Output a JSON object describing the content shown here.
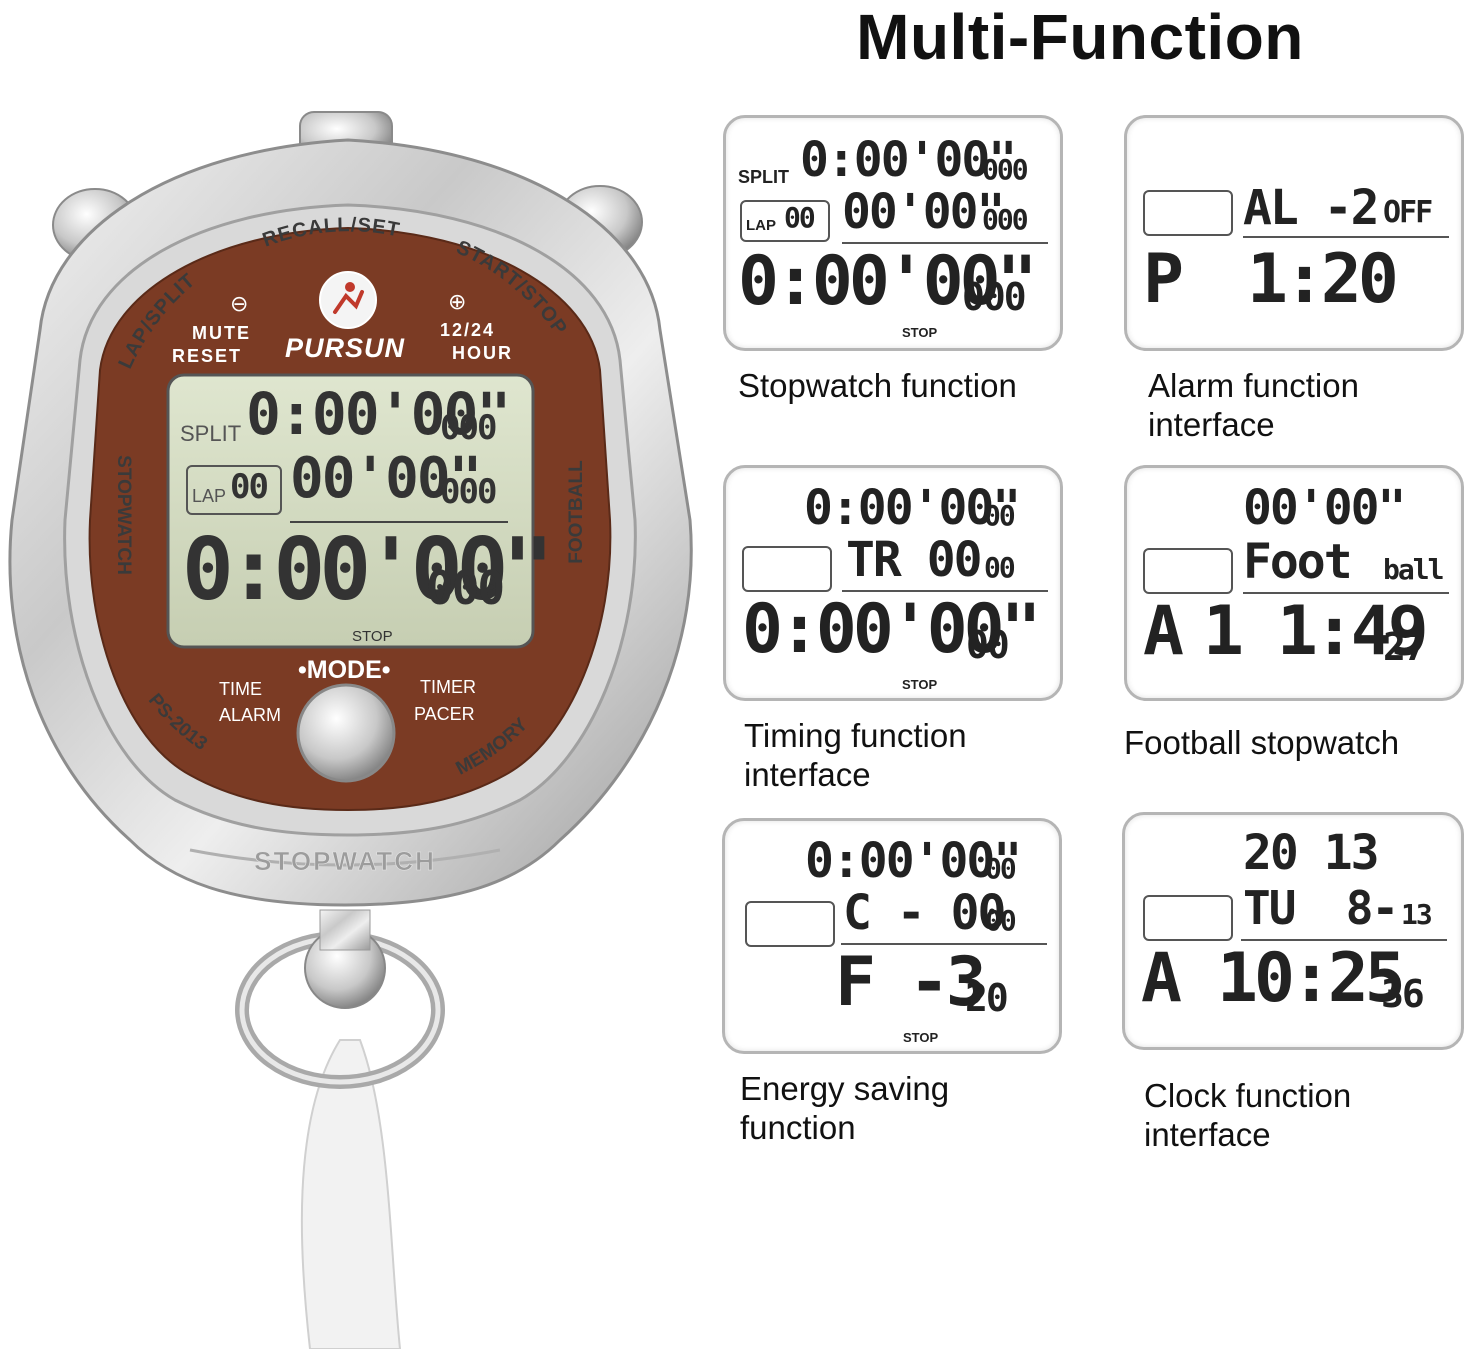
{
  "page": {
    "title": "Multi-Function"
  },
  "watch": {
    "buttons": {
      "left": "LAP/SPLIT",
      "top": "RECALL/SET",
      "right": "START/STOP"
    },
    "left_labels": [
      "MUTE",
      "RESET"
    ],
    "right_labels": [
      "12/24",
      "HOUR"
    ],
    "minus": "⊖",
    "plus": "⊕",
    "brand": "PURSUN",
    "side_left": "STOPWATCH",
    "side_right": "FOOTBALL",
    "mode": "•MODE•",
    "mode_left": [
      "TIME",
      "ALARM"
    ],
    "mode_right": [
      "TIMER",
      "PACER"
    ],
    "model": "PS-2013",
    "memory": "MEMORY",
    "engraving": "STOPWATCH",
    "lcd": {
      "split_label": "SPLIT",
      "row1": "0:00'00\"",
      "row1_ms": "000",
      "lap_label": "LAP",
      "lap_num": "00",
      "row2": "00'00\"",
      "row2_ms": "000",
      "row3": "0:00'00\"",
      "row3_ms": "000",
      "stop": "STOP"
    }
  },
  "panels": [
    {
      "caption": [
        "Stopwatch function"
      ]
    },
    {
      "caption": [
        "Alarm function",
        "interface"
      ]
    },
    {
      "caption": [
        "Timing function",
        "interface"
      ]
    },
    {
      "caption": [
        "Football stopwatch"
      ]
    },
    {
      "caption": [
        "Energy saving",
        "function"
      ]
    },
    {
      "caption": [
        "Clock function",
        "interface"
      ]
    }
  ],
  "lcd_stopwatch": {
    "split": "SPLIT",
    "r1": "0:00'00\"",
    "r1s": "000",
    "lap": "LAP",
    "lapn": "00",
    "r2": "00'00\"",
    "r2s": "000",
    "r3": "0:00'00\"",
    "r3s": "000",
    "stop": "STOP"
  },
  "lcd_alarm": {
    "r1": "AL -2",
    "r1s": "OFF",
    "r2a": "P",
    "r2b": "1:20"
  },
  "lcd_timing": {
    "r1": "0:00'00\"",
    "r1s": "00",
    "r2": "TR 00",
    "r2s": "00",
    "r3": "0:00'00\"",
    "r3s": "00",
    "stop": "STOP"
  },
  "lcd_football": {
    "r1": "00'00\"",
    "r2": "Foot",
    "r2s": "ball",
    "r3a": "A",
    "r3b": "1 1:49",
    "r3s": "27"
  },
  "lcd_energy": {
    "r1": "0:00'00\"",
    "r1s": "00",
    "r2": "C - 00",
    "r2s": "00",
    "r3": "F -3",
    "r3s": "20",
    "stop": "STOP"
  },
  "lcd_clock": {
    "r1": "20 13",
    "r2": "TU  8-",
    "r2s": "13",
    "r3a": "A",
    "r3b": "10:25",
    "r3s": "36"
  }
}
